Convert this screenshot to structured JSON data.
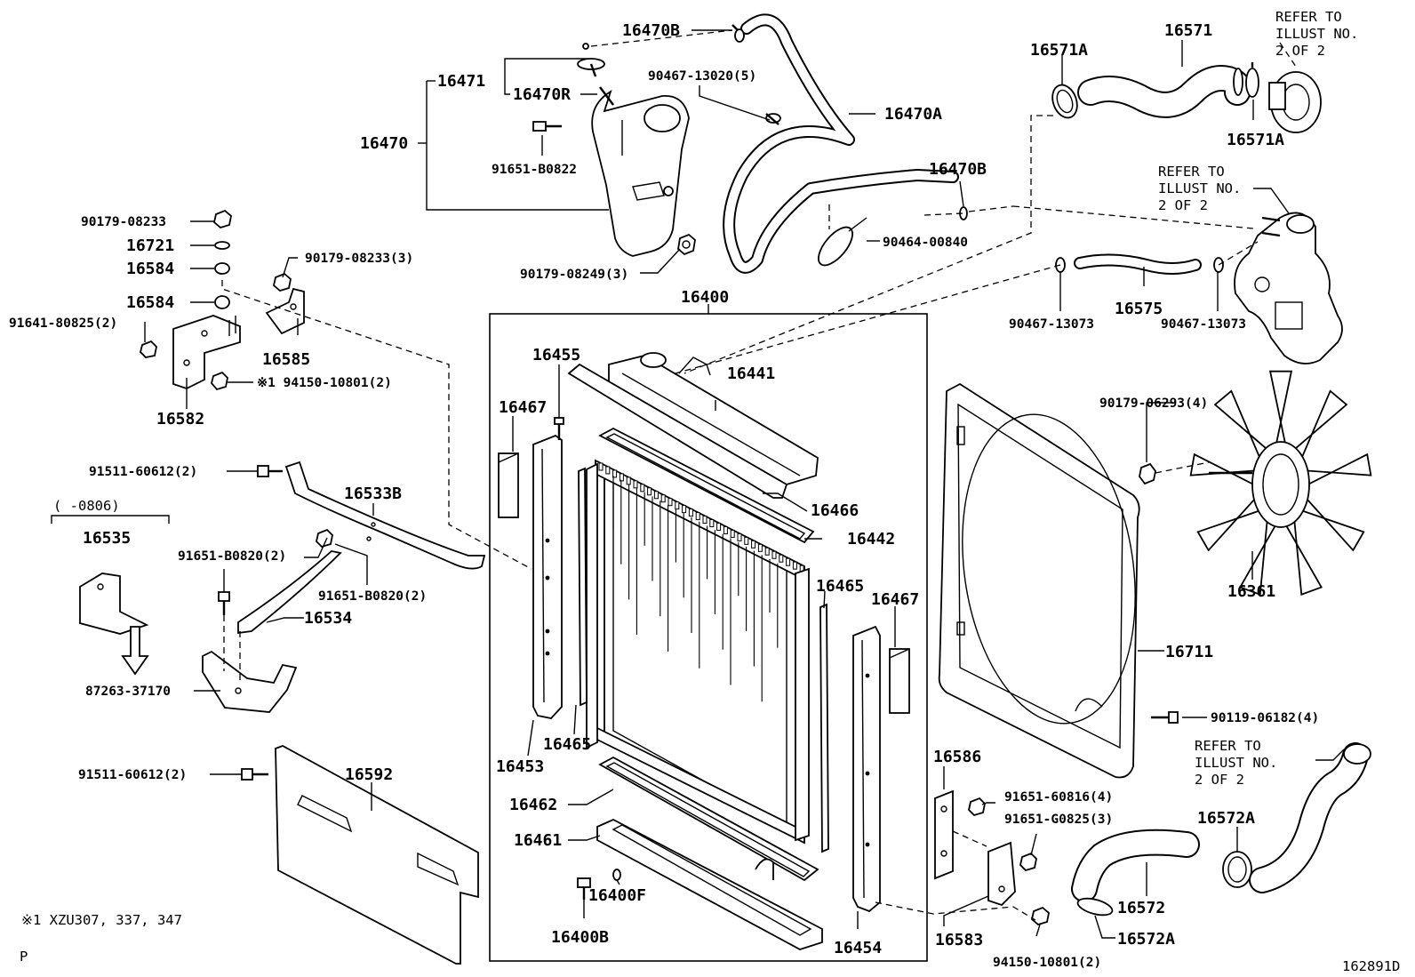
{
  "diagram_id": "162891D",
  "corner_mark": "P",
  "footnote": "※1 XZU307, 337, 347",
  "labels": {
    "p16470B_top": "16470B",
    "p16471": "16471",
    "p16470R": "16470R",
    "p16470": "16470",
    "p90467_13020": "90467-13020(5)",
    "p16470A": "16470A",
    "p91651_B0822": "91651-B0822",
    "p16470B_mid": "16470B",
    "p90464_00840": "90464-00840",
    "p90179_08249": "90179-08249(3)",
    "p16571A_left": "16571A",
    "p16571": "16571",
    "p16571A_right": "16571A",
    "refer1_l1": "REFER TO",
    "refer1_l2": "ILLUST NO.",
    "refer1_l3": "2 OF 2",
    "refer2_l1": "REFER TO",
    "refer2_l2": "ILLUST NO.",
    "refer2_l3": "2 OF 2",
    "refer3_l1": "REFER TO",
    "refer3_l2": "ILLUST NO.",
    "refer3_l3": "2 OF 2",
    "p90179_08233": "90179-08233",
    "p16721": "16721",
    "p16584_a": "16584",
    "p16584_b": "16584",
    "p90179_08233_3": "90179-08233(3)",
    "p91641_80825": "91641-80825(2)",
    "p16585": "16585",
    "p94150_10801_star": "※1 94150-10801(2)",
    "p16582": "16582",
    "p16400": "16400",
    "p16455": "16455",
    "p16441": "16441",
    "p16467_left": "16467",
    "p16466": "16466",
    "p16442": "16442",
    "p16465_right": "16465",
    "p16467_right": "16467",
    "p16453": "16453",
    "p16465_left": "16465",
    "p16462": "16462",
    "p16461": "16461",
    "p16400F": "16400F",
    "p16400B": "16400B",
    "p16454": "16454",
    "p90467_13073_left": "90467-13073",
    "p16575": "16575",
    "p90467_13073_right": "90467-13073",
    "p90179_06293": "90179-06293(4)",
    "p16361": "16361",
    "p16711": "16711",
    "p90119_06182": "90119-06182(4)",
    "p91511_60612_a": "91511-60612(2)",
    "p16533B": "16533B",
    "date_range": "(   -0806)",
    "p16535": "16535",
    "p91651_B0820_a": "91651-B0820(2)",
    "p91651_B0820_b": "91651-B0820(2)",
    "p16534": "16534",
    "p87263_37170": "87263-37170",
    "p91511_60612_b": "91511-60612(2)",
    "p16592": "16592",
    "p16586": "16586",
    "p91651_60816": "91651-60816(4)",
    "p91651_G0825": "91651-G0825(3)",
    "p16583": "16583",
    "p94150_10801": "94150-10801(2)",
    "p16572": "16572",
    "p16572A_right": "16572A",
    "p16572A_bottom": "16572A"
  },
  "icons": [
    "radiator-icon",
    "reservoir-tank-icon",
    "fan-icon",
    "fan-shroud-icon",
    "hose-icon",
    "clamp-icon",
    "bolt-icon",
    "nut-icon",
    "bracket-icon",
    "water-outlet-icon",
    "arrow-down-icon"
  ]
}
